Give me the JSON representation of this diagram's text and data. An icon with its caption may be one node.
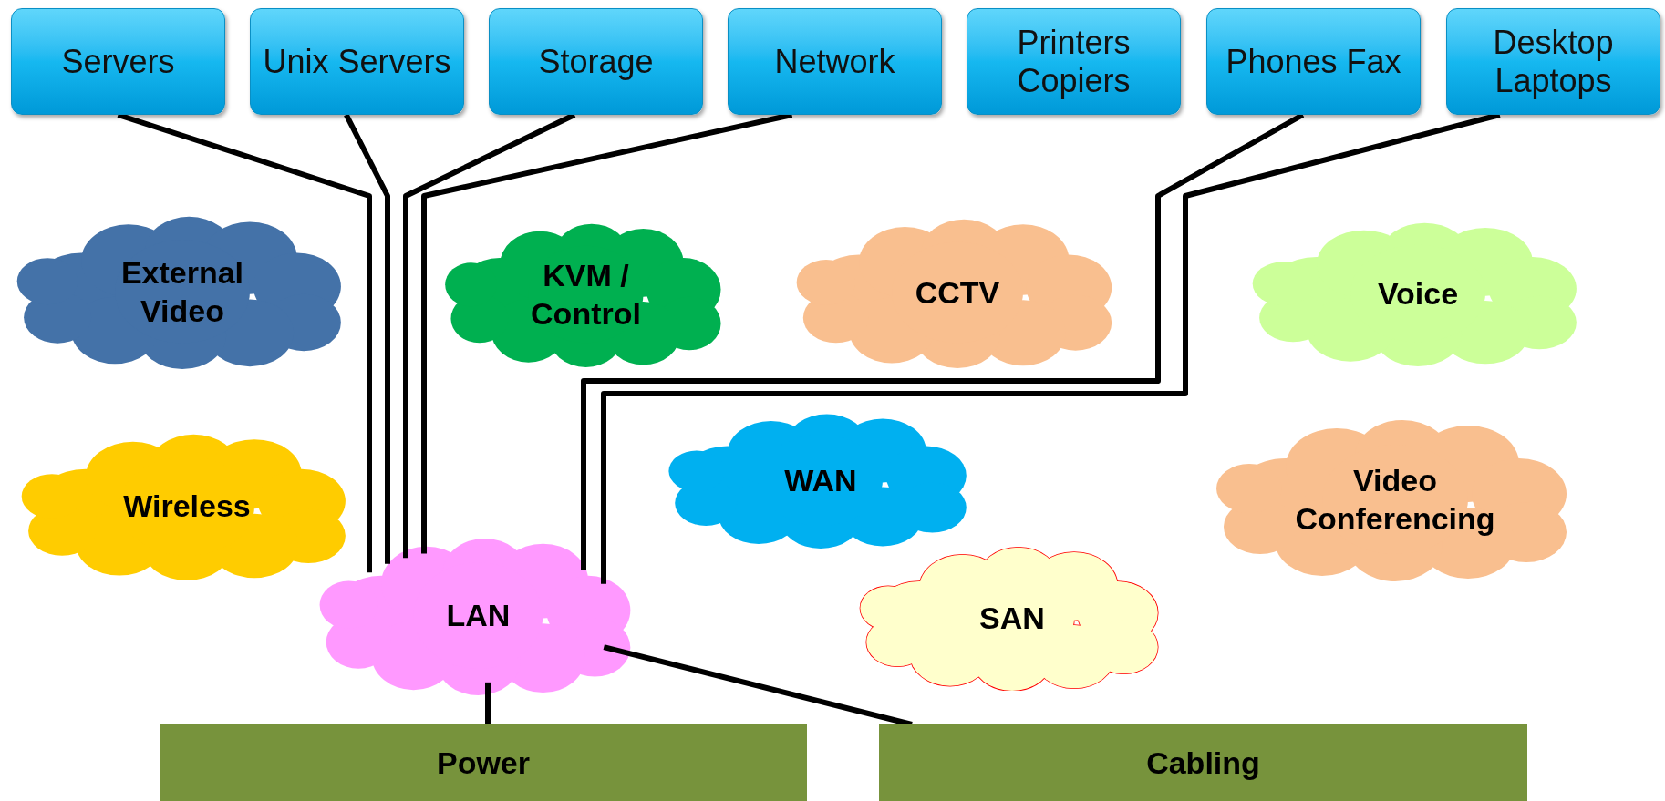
{
  "diagram": {
    "nodes": [
      {
        "text": [
          "Servers"
        ]
      },
      {
        "text": [
          "Unix Servers"
        ]
      },
      {
        "text": [
          "Storage"
        ]
      },
      {
        "text": [
          "Network"
        ]
      },
      {
        "text": [
          "Printers Copiers"
        ]
      },
      {
        "text": [
          "Phones Fax"
        ]
      },
      {
        "text": [
          "Desktop Laptops"
        ]
      },
      {
        "text": [
          "External Video"
        ]
      },
      {
        "text": [
          "KVM / Control"
        ]
      },
      {
        "text": [
          "CCTV"
        ]
      },
      {
        "text": [
          "Voice"
        ]
      },
      {
        "text": [
          "Wireless"
        ]
      },
      {
        "text": [
          "WAN"
        ]
      },
      {
        "text": [
          "Video Conferencing"
        ]
      },
      {
        "text": [
          "SAN"
        ]
      },
      {
        "text": [
          "LAN"
        ]
      },
      {
        "text": [
          "Power"
        ]
      },
      {
        "text": [
          "Cabling"
        ]
      }
    ],
    "edges": [
      {
        "from": 0,
        "to": 15,
        "arrow": "none"
      },
      {
        "from": 1,
        "to": 15,
        "arrow": "none"
      },
      {
        "from": 2,
        "to": 15,
        "arrow": "none"
      },
      {
        "from": 3,
        "to": 15,
        "arrow": "none"
      },
      {
        "from": 5,
        "to": 15,
        "arrow": "none"
      },
      {
        "from": 6,
        "to": 15,
        "arrow": "none"
      },
      {
        "from": 15,
        "to": 16,
        "arrow": "none"
      },
      {
        "from": 15,
        "to": 17,
        "arrow": "none"
      }
    ]
  }
}
